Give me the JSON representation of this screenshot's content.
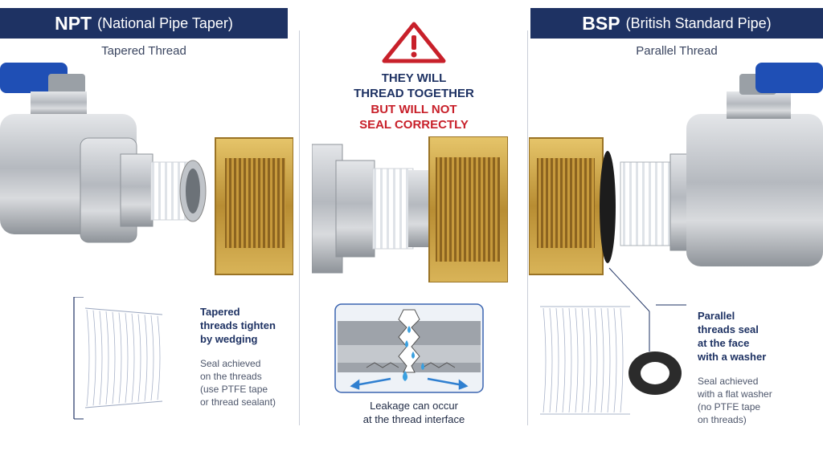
{
  "npt": {
    "abbr": "NPT",
    "full": "(National Pipe Taper)",
    "subtitle": "Tapered Thread",
    "callout_strong": "Tapered\nthreads tighten\nby wedging",
    "callout_note": "Seal achieved\non the threads\n(use PTFE tape\nor thread sealant)"
  },
  "middle": {
    "warning_line1": "THEY WILL\nTHREAD TOGETHER",
    "warning_line2": "BUT WILL NOT\nSEAL CORRECTLY",
    "leak_caption": "Leakage can occur\nat the thread interface"
  },
  "bsp": {
    "abbr": "BSP",
    "full": "(British Standard Pipe)",
    "subtitle": "Parallel Thread",
    "callout_strong": "Parallel\nthreads seal\nat the face\nwith a washer",
    "callout_note": "Seal achieved\nwith a flat washer\n(no PTFE tape\non threads)"
  },
  "colors": {
    "banner": "#1e3263",
    "warning_red": "#c8202a",
    "handle_blue": "#1f4fb5",
    "brass": "#c8a24a",
    "steel": "#b9bdc3",
    "water": "#3aa0e0"
  },
  "icons": [
    "warning-triangle-icon",
    "water-drop-icon",
    "leak-arrow-icon"
  ]
}
